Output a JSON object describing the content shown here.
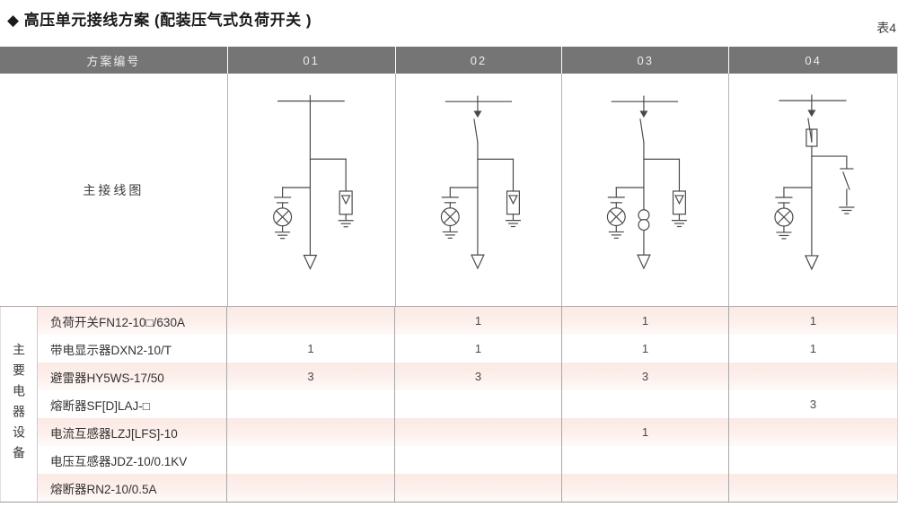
{
  "title": "◆ 高压单元接线方案 (配装压气式负荷开关 )",
  "table_label": "表4",
  "header": {
    "scheme_col": "方案编号",
    "schemes": [
      "01",
      "02",
      "03",
      "04"
    ]
  },
  "diagram_row_label": "主接线图",
  "side_label": "主要电器设备",
  "equipment_rows": [
    {
      "label": "负荷开关FN12-10□/630A",
      "values": [
        "",
        "1",
        "1",
        "1"
      ]
    },
    {
      "label": "带电显示器DXN2-10/T",
      "values": [
        "1",
        "1",
        "1",
        "1"
      ]
    },
    {
      "label": "避雷器HY5WS-17/50",
      "values": [
        "3",
        "3",
        "3",
        ""
      ]
    },
    {
      "label": "熔断器SF[D]LAJ-□",
      "values": [
        "",
        "",
        "",
        "3"
      ]
    },
    {
      "label": "电流互感器LZJ[LFS]-10",
      "values": [
        "",
        "",
        "1",
        ""
      ]
    },
    {
      "label": "电压互感器JDZ-10/0.1KV",
      "values": [
        "",
        "",
        "",
        ""
      ]
    },
    {
      "label": "熔断器RN2-10/0.5A",
      "values": [
        "",
        "",
        "",
        ""
      ]
    }
  ],
  "diagrams": [
    {
      "scheme_id": "01",
      "components": {
        "busbar": true,
        "load_switch": false,
        "fuse": false,
        "current_transformer": false,
        "voltage_indicator": true,
        "arrester": true,
        "earthing_switch": false,
        "cable_feeder": true
      }
    },
    {
      "scheme_id": "02",
      "components": {
        "busbar": true,
        "load_switch": true,
        "fuse": false,
        "current_transformer": false,
        "voltage_indicator": true,
        "arrester": true,
        "earthing_switch": false,
        "cable_feeder": true
      }
    },
    {
      "scheme_id": "03",
      "components": {
        "busbar": true,
        "load_switch": true,
        "fuse": false,
        "current_transformer": true,
        "voltage_indicator": true,
        "arrester": true,
        "earthing_switch": false,
        "cable_feeder": true
      }
    },
    {
      "scheme_id": "04",
      "components": {
        "busbar": true,
        "load_switch": true,
        "fuse": true,
        "current_transformer": false,
        "voltage_indicator": true,
        "arrester": false,
        "earthing_switch": true,
        "cable_feeder": true
      }
    }
  ],
  "colors": {
    "header_bg": "#757575",
    "header_text": "#ececec",
    "row_pink": "#fcece8",
    "divider_gray": "#a8a8a8",
    "diagram_line": "#4a4a4a"
  }
}
